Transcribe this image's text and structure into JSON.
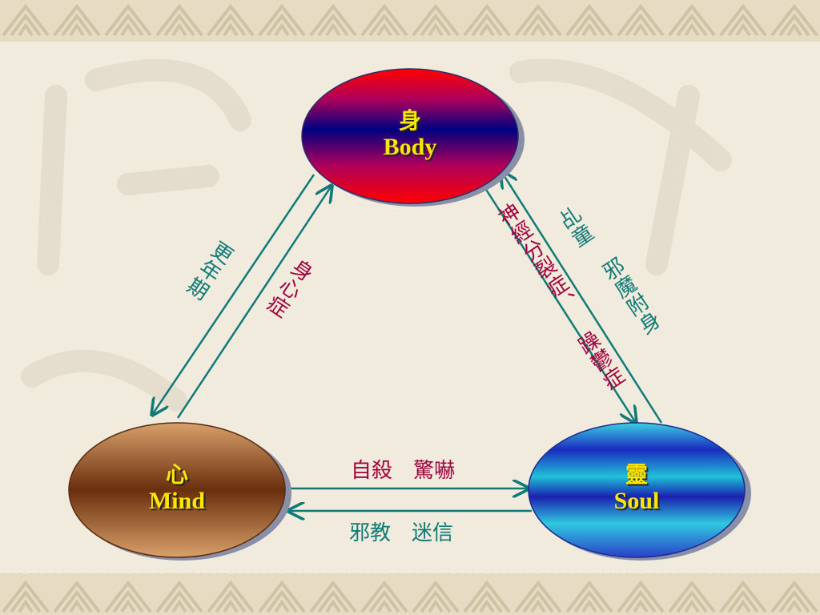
{
  "nodes": {
    "body": {
      "cn": "身",
      "en": "Body"
    },
    "mind": {
      "cn": "心",
      "en": "Mind"
    },
    "soul": {
      "cn": "靈",
      "en": "Soul"
    }
  },
  "links": {
    "body_mind_outer": "更年期",
    "body_mind_inner": "身心症",
    "body_soul_inner_1": "神經分裂症、",
    "body_soul_inner_2": "躁鬱症",
    "body_soul_outer_1": "乩童",
    "body_soul_outer_2": "邪魔附身",
    "mind_soul_top": "自殺　驚嚇",
    "mind_soul_bottom": "邪教　迷信"
  },
  "colors": {
    "link_teal": "#0f7a78",
    "link_red": "#a0003b",
    "node_text": "#ffe600"
  }
}
